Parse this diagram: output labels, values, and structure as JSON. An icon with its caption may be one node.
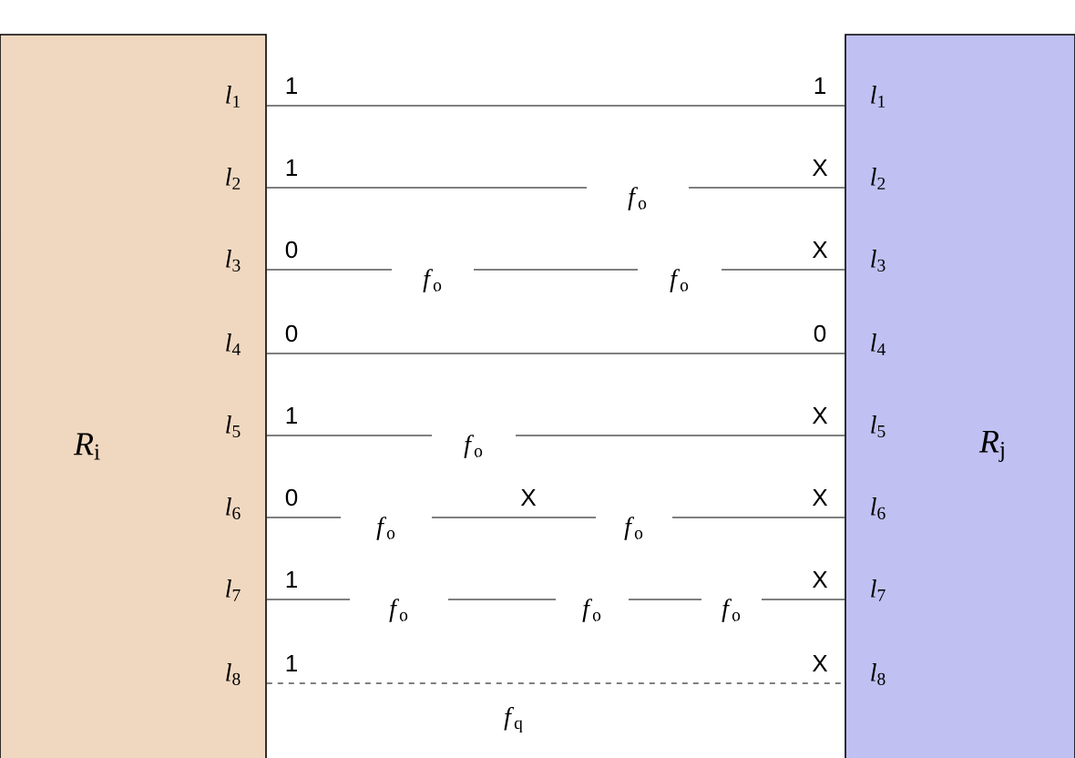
{
  "diagram": {
    "nodes": [
      {
        "text": [
          "*R*$_{i}$"
        ]
      },
      {
        "text": [
          "*R*$_{j}$"
        ]
      }
    ],
    "edges": [
      {
        "from": 0,
        "to": 1,
        "arrow": "none"
      },
      {
        "from": 0,
        "to": 1,
        "arrow": "none"
      },
      {
        "from": 0,
        "to": 1,
        "arrow": "none"
      },
      {
        "from": 0,
        "to": 1,
        "arrow": "none"
      },
      {
        "from": 0,
        "to": 1,
        "arrow": "none"
      },
      {
        "from": 0,
        "to": 1,
        "arrow": "none"
      },
      {
        "from": 0,
        "to": 1,
        "arrow": "none"
      },
      {
        "from": 0,
        "to": 1,
        "arrow": "none",
        "style": "dashed"
      }
    ],
    "labels": [
      "*l*$_{1}$",
      "1",
      "1",
      "*l*$_{1}$",
      "*l*$_{2}$",
      "1",
      "*f*$_{o}$",
      "X",
      "*l*$_{2}$",
      "*l*$_{3}$",
      "0",
      "*f*$_{o}$",
      "*f*$_{o}$",
      "X",
      "*l*$_{3}$",
      "*l*$_{4}$",
      "0",
      "0",
      "*l*$_{4}$",
      "*l*$_{5}$",
      "1",
      "*f*$_{o}$",
      "X",
      "*l*$_{5}$",
      "*l*$_{6}$",
      "0",
      "*f*$_{o}$",
      "X",
      "*f*$_{o}$",
      "X",
      "*l*$_{6}$",
      "*l*$_{7}$",
      "1",
      "*f*$_{o}$",
      "*f*$_{o}$",
      "*f*$_{o}$",
      "X",
      "*l*$_{7}$",
      "*l*$_{8}$",
      "1",
      "X",
      "*l*$_{8}$",
      "*f*$_{q}$"
    ]
  }
}
